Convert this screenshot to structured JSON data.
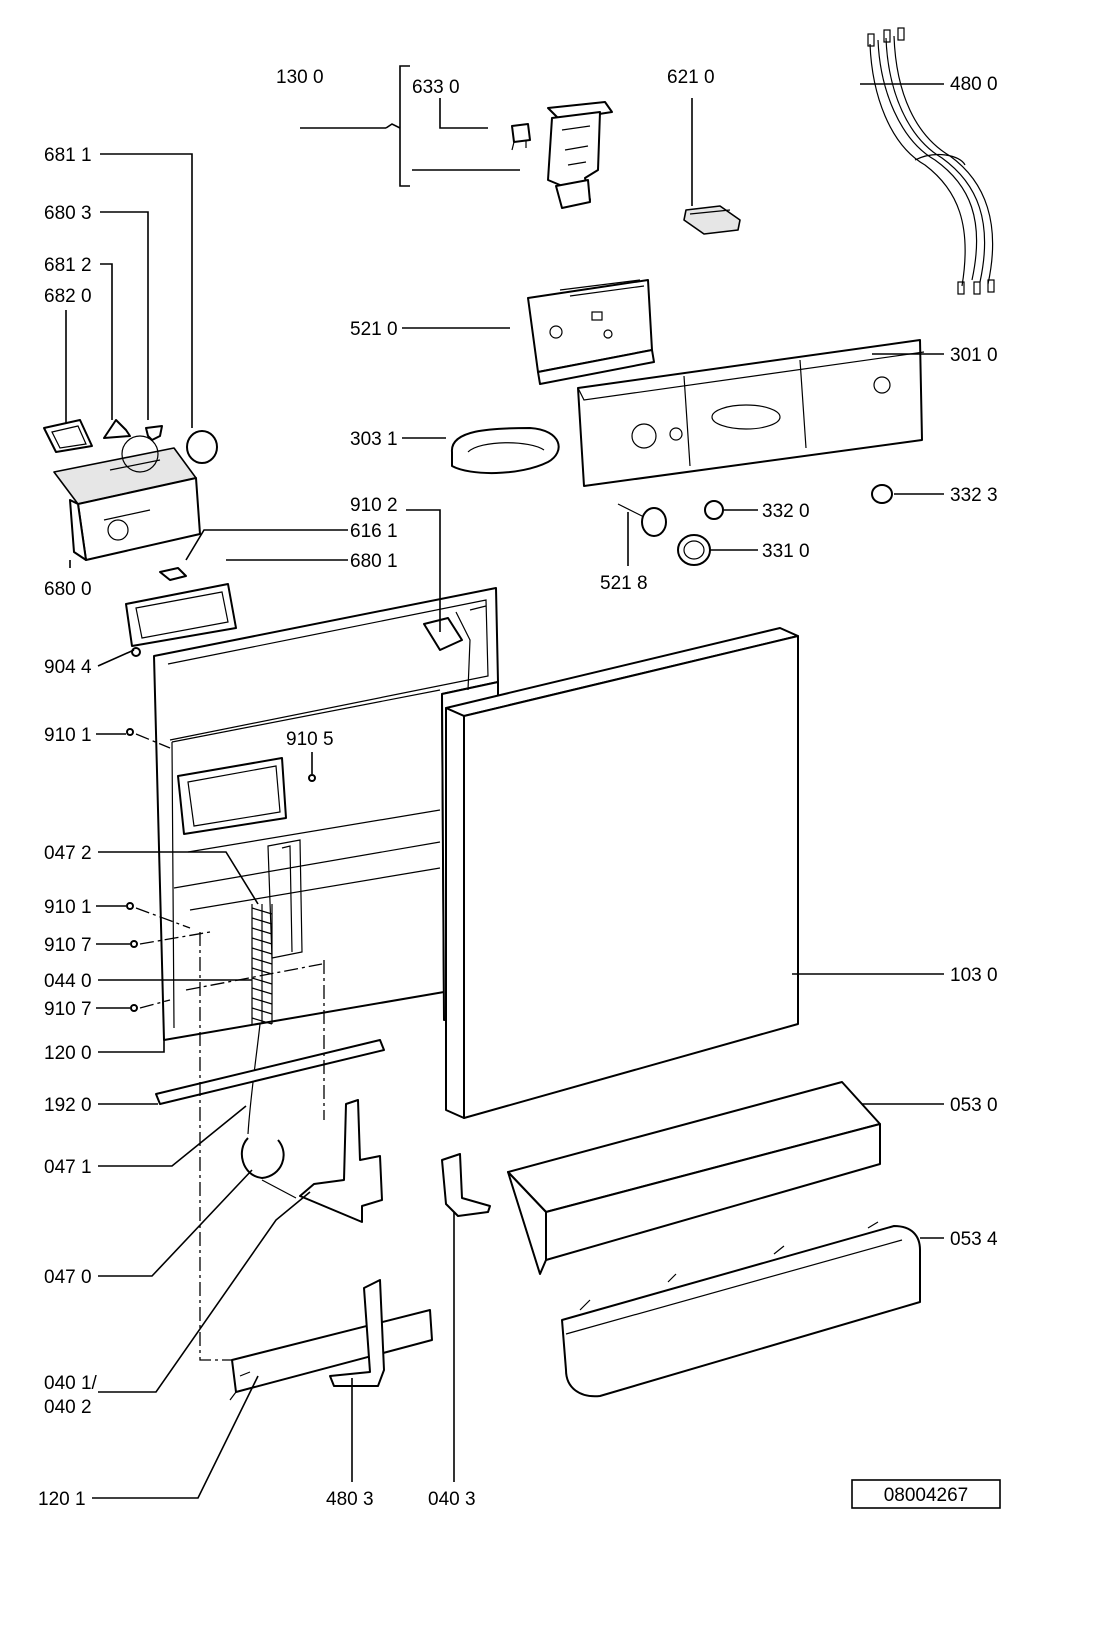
{
  "diagram": {
    "reference_number": "08004267",
    "labels": {
      "l1300": "130 0",
      "l6330": "633 0",
      "l6210": "621 0",
      "l4800": "480 0",
      "l6811": "681 1",
      "l6803": "680 3",
      "l6812": "681 2",
      "l6820": "682 0",
      "l5210": "521 0",
      "l3010": "301 0",
      "l3031": "303 1",
      "l9102": "910 2",
      "l6161": "616 1",
      "l6801": "680 1",
      "l6800": "680 0",
      "l3320": "332 0",
      "l3323": "332 3",
      "l3310": "331 0",
      "l5218": "521 8",
      "l9044": "904 4",
      "l9101a": "910 1",
      "l9105": "910 5",
      "l0472": "047 2",
      "l9101b": "910 1",
      "l9107a": "910 7",
      "l0440": "044 0",
      "l9107b": "910 7",
      "l1030": "103 0",
      "l1200": "120 0",
      "l1920": "192 0",
      "l0530": "053 0",
      "l0471": "047 1",
      "l0534": "053 4",
      "l0470": "047 0",
      "l0401": "040 1/",
      "l0402": "040 2",
      "l1201": "120 1",
      "l4803": "480 3",
      "l0403": "040 3"
    }
  }
}
